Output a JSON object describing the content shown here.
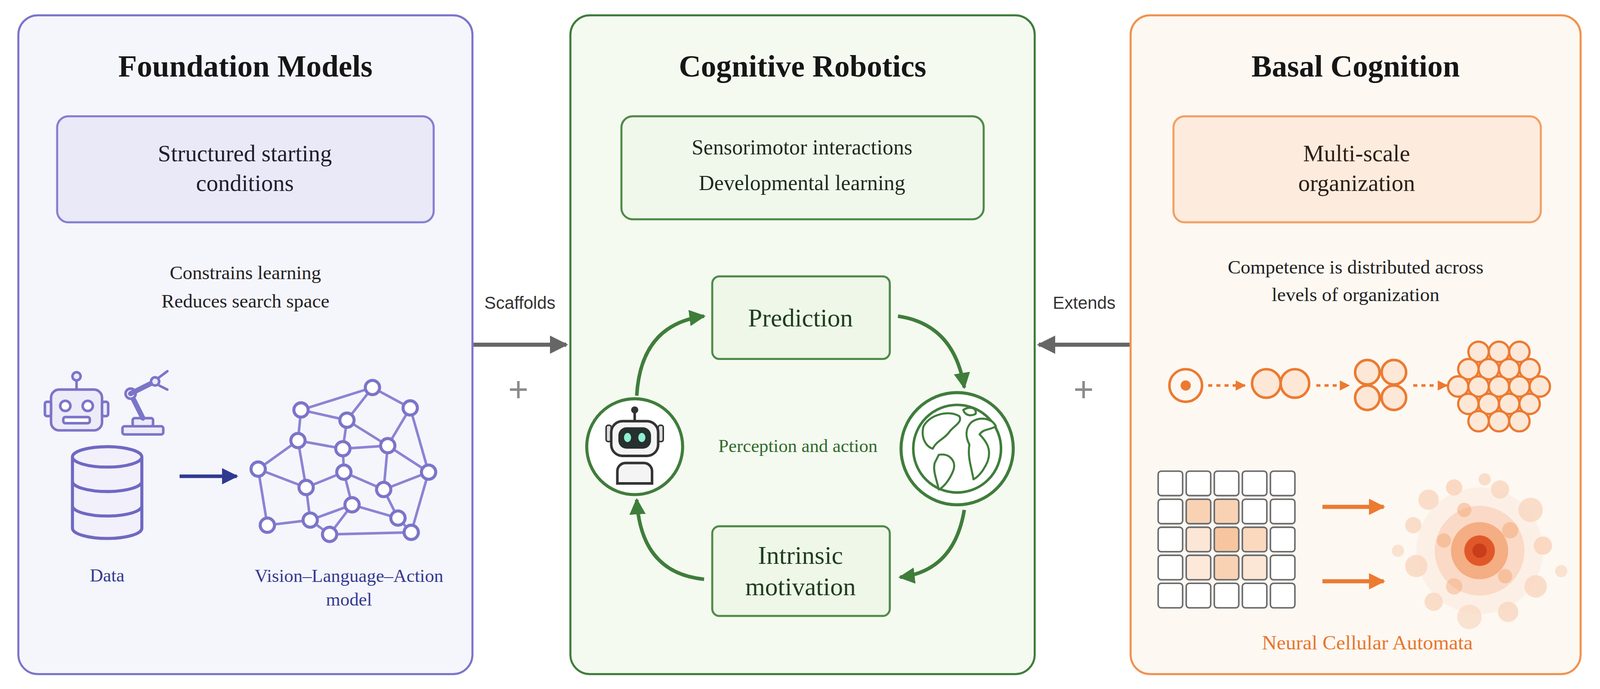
{
  "diagram": {
    "nodes": [
      {
        "text": [
          "Foundation Models",
          "Constrains learning",
          "Reduces search space"
        ]
      },
      {
        "text": [
          "Structured starting conditions"
        ],
        "in": 0
      },
      {
        "text": [
          "Cognitive Robotics"
        ]
      },
      {
        "text": [
          "Sensorimotor interactions",
          "Developmental learning"
        ],
        "in": 2
      },
      {
        "text": [
          "Prediction"
        ],
        "in": 2
      },
      {
        "text": [
          "Intrinsic motivation"
        ],
        "in": 2
      },
      {
        "text": [
          "Basal Cognition",
          "Competence is distributed across levels of organization"
        ]
      },
      {
        "text": [
          "Multi-scale organization"
        ],
        "in": 6
      }
    ],
    "edges": [
      {
        "from": 0,
        "to": 2,
        "arrow": "to",
        "label": "Scaffolds"
      },
      {
        "from": 6,
        "to": 2,
        "arrow": "to",
        "label": "Extends"
      }
    ],
    "labels": [
      "Data",
      "Vision–Language–Action model",
      "+",
      "Perception and action",
      "+",
      "Neural Cellular Automata"
    ]
  }
}
